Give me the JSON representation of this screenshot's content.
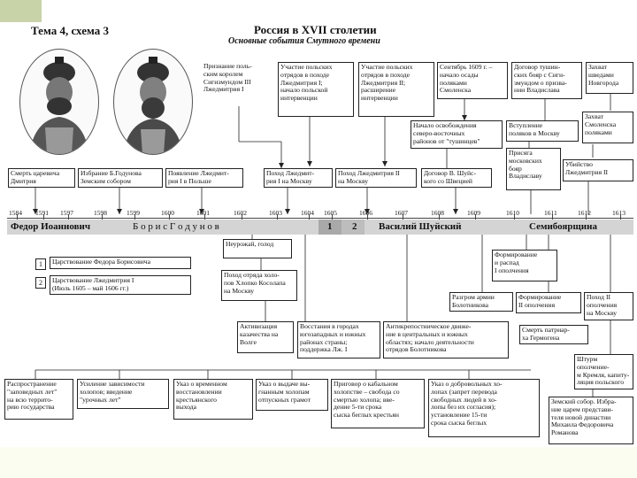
{
  "header": {
    "topic": "Тема 4, схема 3",
    "title": "Россия в XVII столетии",
    "subtitle": "Основные события Смутного времени"
  },
  "top_events": [
    "Признание поль-\nским королем\nСигизмундом III\nЛжедмитрия I",
    "Участие польских\nотрядов в походе\nЛжедмитрия I;\nначало польской\nинтервенции",
    "Участие польских\nотрядов в походе\nЛжедмитрия II;\nрасширение\nинтервенции",
    "Сентябрь 1609 г. –\nначало осады\nполяками\nСмоленска",
    "Договор тушин-\nских бояр с Сиги-\nзмундом о призва-\nнии Владислава",
    "Захват\nшведами\nНовгорода",
    "Захват\nСмоленска\nполяками",
    "Начало освобождения\nсеверо-восточных\nрайонов от \"тушинцев\"",
    "Вступление\nполяков в Москву",
    "Присяга\nмосковских\nбояр\nВладиславу"
  ],
  "mid_events": [
    "Смерть царевича\nДмитрия",
    "Избрание Б.Годунова\nЗемским собором",
    "Появление Лжедмит-\nрия I в Польше",
    "Поход Лжедмит-\nрия I на Москву",
    "Поход Лжедмитрия II\nна Москву",
    "Договор В. Шуйс-\nкого со Швецией",
    "Убийство\nЛжедмитрия II"
  ],
  "years": [
    "1584",
    "1591",
    "1597",
    "1598",
    "1599",
    "1600",
    "1601",
    "1602",
    "1603",
    "1604",
    "1605",
    "1606",
    "1607",
    "1608",
    "1609",
    "1610",
    "1611",
    "1612",
    "1613"
  ],
  "reigns": {
    "fedor": "Федор Иоаннович",
    "boris": "Б о р и с   Г о д у н о в",
    "num1": "1",
    "num2": "2",
    "vasily": "Василий Шуйский",
    "semib": "Семибоярщина"
  },
  "legend": [
    {
      "num": "1",
      "text": "Царствование Федора Борисовича"
    },
    {
      "num": "2",
      "text": "Царствование Лжедмитрия I\n(Июль 1605 – май 1606 гг.)"
    }
  ],
  "lower_events": [
    "Неурожай, голод",
    "Поход отряда холо-\nпов Хлопко Косолапа\nна Москву",
    "Активизация\nказачества на\nВолге",
    "Восстания в городах\nюгозападных и южных\nрайонах страны;\nподдержка Лж. I",
    "Антикрепостническое движе-\nние в центральных и южных\nобластях; начало деятельности\nотрядов Болотникова",
    "Разгром армии\nБолотникова",
    "Формирование\nи распад\nI ополчения",
    "Формирование\nII ополчения",
    "Поход II\nополчения\nна Москву",
    "Смерть патриар-\nха Гермогена",
    "Штурм ополчение-\nм Кремля, капиту-\nляция польского\nгарнизона",
    "Земский собор. Избра-\nние царем представи-\nтеля новой династии\nМихаила Федоровича\nРоманова"
  ],
  "bottom_events": [
    "Распространение\n\"заповедных лет\"\nна всю террито-\nрию государства",
    "Усиление зависимости\nхолопов; введение\n\"урочных лет\"",
    "Указ о временном\nвосстановлении\nкрестьянского\nвыхода",
    "Указ о выдаче вы-\nгнанным холопам\nотпускных грамот",
    "Приговор о кабальном\nхолопстве – свобода со\nсмертью холопа; вве-\nдение 5-ти срока\nсыска беглых крестьян",
    "Указ о добровольных хо-\nлопах (запрет перевода\nсвободных людей в хо-\nлопы без их согласия);\nустановление 15-ти\nсрока сыска беглых"
  ],
  "colors": {
    "timeline": "#d4d4d4",
    "corner": "#c9d3a8",
    "band": "#fbfdf0"
  }
}
